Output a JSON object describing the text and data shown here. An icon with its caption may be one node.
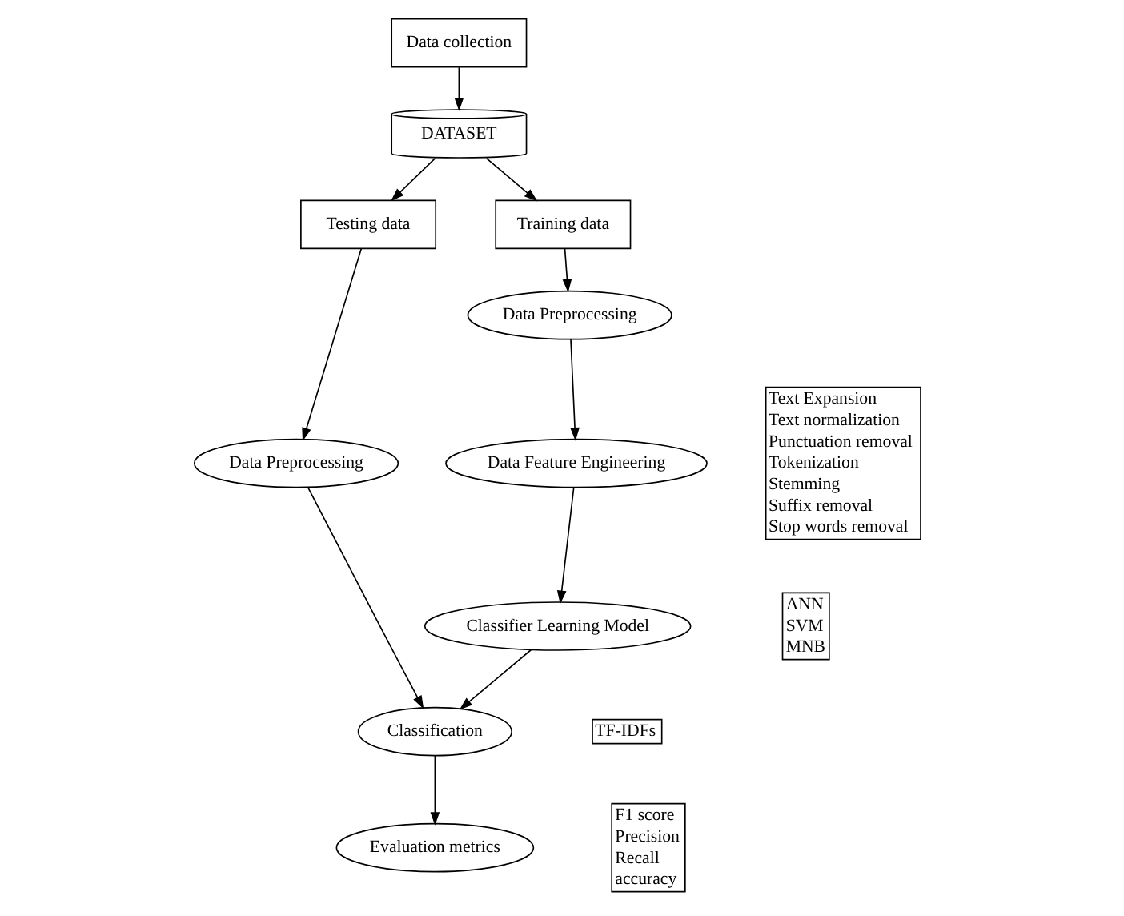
{
  "diagram": {
    "nodes": [
      {
        "text": [
          "Data collection"
        ]
      },
      {
        "text": [
          "DATASET"
        ]
      },
      {
        "text": [
          "Testing data"
        ]
      },
      {
        "text": [
          "Training data"
        ]
      },
      {
        "text": [
          "Data Preprocessing"
        ]
      },
      {
        "text": [
          "Classification"
        ]
      },
      {
        "text": [
          "Evaluation metrics"
        ]
      },
      {
        "text": [
          "Data Preprocessing"
        ]
      },
      {
        "text": [
          "Data Feature Engineering"
        ]
      },
      {
        "text": [
          "Classifier Learning Model"
        ]
      }
    ],
    "edges": [
      {
        "from": 0,
        "to": 1,
        "arrow": "to"
      },
      {
        "from": 1,
        "to": 2,
        "arrow": "to"
      },
      {
        "from": 1,
        "to": 3,
        "arrow": "to"
      },
      {
        "from": 2,
        "to": 4,
        "arrow": "to"
      },
      {
        "from": 4,
        "to": 5,
        "arrow": "to"
      },
      {
        "from": 5,
        "to": 6,
        "arrow": "to"
      },
      {
        "from": 3,
        "to": 7,
        "arrow": "to"
      },
      {
        "from": 7,
        "to": 8,
        "arrow": "to"
      },
      {
        "from": 8,
        "to": 9,
        "arrow": "to"
      },
      {
        "from": 9,
        "to": 5,
        "arrow": "to"
      }
    ],
    "labels": [
      "Text Expansion",
      "Text normalization",
      "Punctuation removal",
      "Tokenization",
      "Stemming",
      "Suffix removal",
      "Stop words removal",
      "TF-IDFs",
      "F1 score",
      "Precision",
      "Recall",
      "accuracy",
      "ANN",
      "SVM",
      "MNB"
    ]
  }
}
